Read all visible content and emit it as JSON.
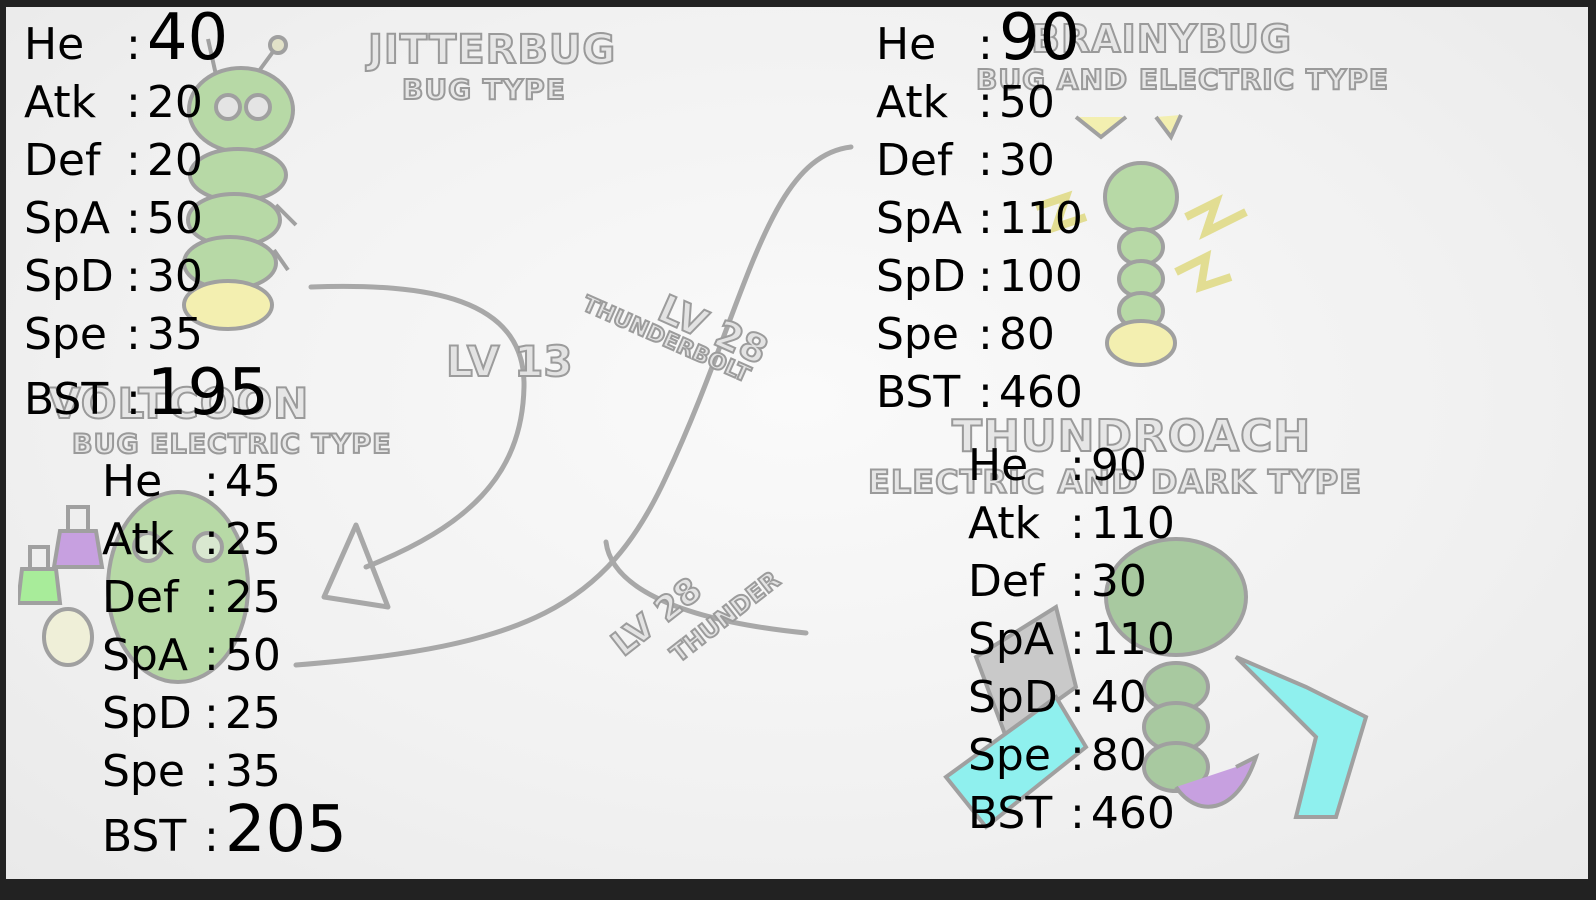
{
  "creatures": {
    "jitterbug": {
      "name": "JITTERBUG",
      "type": "BUG TYPE",
      "stats": [
        {
          "label": "He",
          "value": "40"
        },
        {
          "label": "Atk",
          "value": "20"
        },
        {
          "label": "Def",
          "value": "20"
        },
        {
          "label": "SpA",
          "value": "50"
        },
        {
          "label": "SpD",
          "value": "30"
        },
        {
          "label": "Spe",
          "value": "35"
        },
        {
          "label": "BST",
          "value": "195"
        }
      ]
    },
    "voltcoon": {
      "name": "VOLTCOON",
      "type": "BUG ELECTRIC TYPE",
      "stats": [
        {
          "label": "He",
          "value": "45"
        },
        {
          "label": "Atk",
          "value": "25"
        },
        {
          "label": "Def",
          "value": "25"
        },
        {
          "label": "SpA",
          "value": "50"
        },
        {
          "label": "SpD",
          "value": "25"
        },
        {
          "label": "Spe",
          "value": "35"
        },
        {
          "label": "BST",
          "value": "205"
        }
      ]
    },
    "brainybug": {
      "name": "BRAINYBUG",
      "type": "BUG AND ELECTRIC TYPE",
      "stats": [
        {
          "label": "He",
          "value": "90"
        },
        {
          "label": "Atk",
          "value": "50"
        },
        {
          "label": "Def",
          "value": "30"
        },
        {
          "label": "SpA",
          "value": "110"
        },
        {
          "label": "SpD",
          "value": "100"
        },
        {
          "label": "Spe",
          "value": "80"
        },
        {
          "label": "BST",
          "value": "460"
        }
      ]
    },
    "thundroach": {
      "name": "THUNDROACH",
      "type": "ELECTRIC AND DARK TYPE",
      "stats": [
        {
          "label": "He",
          "value": "90"
        },
        {
          "label": "Atk",
          "value": "110"
        },
        {
          "label": "Def",
          "value": "30"
        },
        {
          "label": "SpA",
          "value": "110"
        },
        {
          "label": "SpD",
          "value": "40"
        },
        {
          "label": "Spe",
          "value": "80"
        },
        {
          "label": "BST",
          "value": "460"
        }
      ]
    }
  },
  "evolutions": {
    "lv13": {
      "level": "LV 13"
    },
    "lv28_thunderbolt": {
      "level": "LV 28",
      "move": "THUNDERBOLT"
    },
    "lv28_thunder": {
      "level": "LV 28",
      "move": "THUNDER"
    }
  },
  "colors": {
    "body_green": "#b7d9a6",
    "pale_yellow": "#f3efb0",
    "cyan": "#8ff0ee",
    "arrow_gray": "#a8a8a8",
    "stat_ink": "#000000"
  },
  "icons": [
    "caterpillar-icon",
    "cocoon-icon",
    "potion-icon",
    "lightning-bug-icon",
    "roach-icon"
  ]
}
